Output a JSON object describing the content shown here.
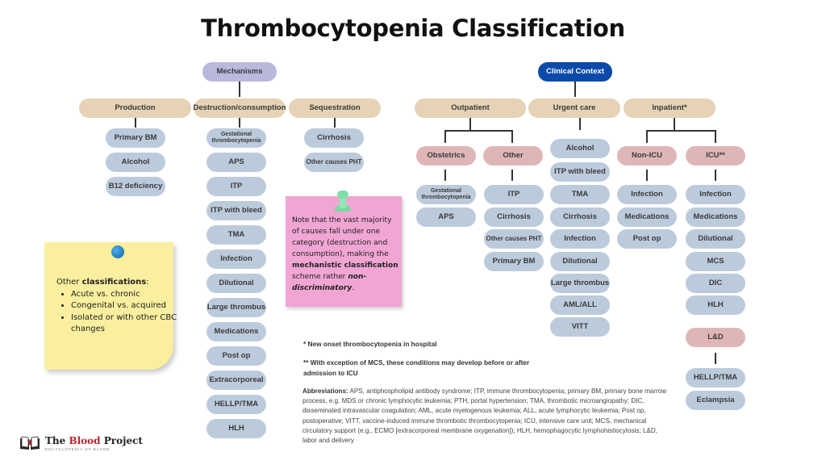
{
  "title": "Thrombocytopenia Classification",
  "mechanisms": {
    "root": "Mechanisms",
    "categories": [
      {
        "label": "Production",
        "items": [
          "Primary BM",
          "Alcohol",
          "B12 deficiency"
        ]
      },
      {
        "label": "Destruction/consumption",
        "items": [
          "Gestational thrombocytopenia",
          "APS",
          "ITP",
          "ITP with bleed",
          "TMA",
          "Infection",
          "Dilutional",
          "Large thrombus",
          "Medications",
          "Post op",
          "Extracorporeal",
          "HELLP/TMA",
          "HLH"
        ]
      },
      {
        "label": "Sequestration",
        "items": [
          "Cirrhosis",
          "Other causes PHT"
        ]
      }
    ]
  },
  "clinical": {
    "root": "Clinical Context",
    "outpatient": {
      "label": "Outpatient",
      "obstetrics": {
        "label": "Obstetrics",
        "items": [
          "Gestational thrombocytopenia",
          "APS"
        ]
      },
      "other": {
        "label": "Other",
        "items": [
          "ITP",
          "Cirrhosis",
          "Other causes PHT",
          "Primary BM"
        ]
      }
    },
    "urgent_care": {
      "label": "Urgent care",
      "items": [
        "Alcohol",
        "ITP with bleed",
        "TMA",
        "Cirrhosis",
        "Infection",
        "Dilutional",
        "Large thrombus",
        "AML/ALL",
        "VITT"
      ]
    },
    "inpatient": {
      "label": "Inpatient*",
      "non_icu": {
        "label": "Non-ICU",
        "items": [
          "Infection",
          "Medications",
          "Post op"
        ]
      },
      "icu": {
        "label": "ICU**",
        "items": [
          "Infection",
          "Medications",
          "Dilutional",
          "MCS",
          "DIC",
          "HLH"
        ]
      },
      "ld": {
        "label": "L&D",
        "items": [
          "HELLP/TMA",
          "Eclampsia"
        ]
      }
    }
  },
  "pink_note": {
    "text_plain": "Note that the vast majority of causes fall under one category (destruction and consumption), making the ",
    "text_bold": "mechanistic classification",
    "text_after": " scheme rather ",
    "text_bold_italic": "non-discriminatory",
    "text_end": "."
  },
  "yellow_note": {
    "prefix": "Other ",
    "bold": "classifications",
    "suffix": ":",
    "items": [
      "Acute vs. chronic",
      "Congenital vs. acquired",
      "Isolated or with other CBC changes"
    ]
  },
  "footnotes": {
    "single": "*  New onset thrombocytopenia in hospital",
    "double_line1": "** With exception of MCS, these conditions may develop before or after",
    "double_line2": "admission to ICU"
  },
  "abbreviations": {
    "label": "Abbreviations:",
    "text": " APS, antiphospholipid antibody syndrome; ITP, immune thrombocytopenia; primary BM, primary bone marrow process, e.g. MDS or chronic lymphocytic leukemia; PTH, portal hypertension; TMA, thrombotic microangiopathy; DIC, disseminated intravascular coagulation; AML, acute myelogenous leukemia; ALL, acute lymphocytic leukemia; Post op, postoperative; VITT, vaccine-induced immune thrombotic thrombocytopenia; ICU, intensive care unit;  MCS, mechanical circulatory support (e.g., ECMO [extracorporeal membrane oxygenation]); HLH, hemophagocytic lymphohistiocytosis; L&D, labor and delivery"
  },
  "logo": {
    "part1": "The ",
    "part2": "Blood",
    "part3": " Project",
    "subtitle": "ENCYCLOPEDIA OF BLOOD"
  },
  "colors": {
    "mechanisms_root": "#b9b8dd",
    "clinical_root": "#0b4aa8",
    "category": "#e6d3b6",
    "subcategory": "#dfb6b6",
    "leaf": "#bccbdc",
    "pink_note": "#f0a5d3",
    "yellow_note": "#f9ef9e"
  }
}
